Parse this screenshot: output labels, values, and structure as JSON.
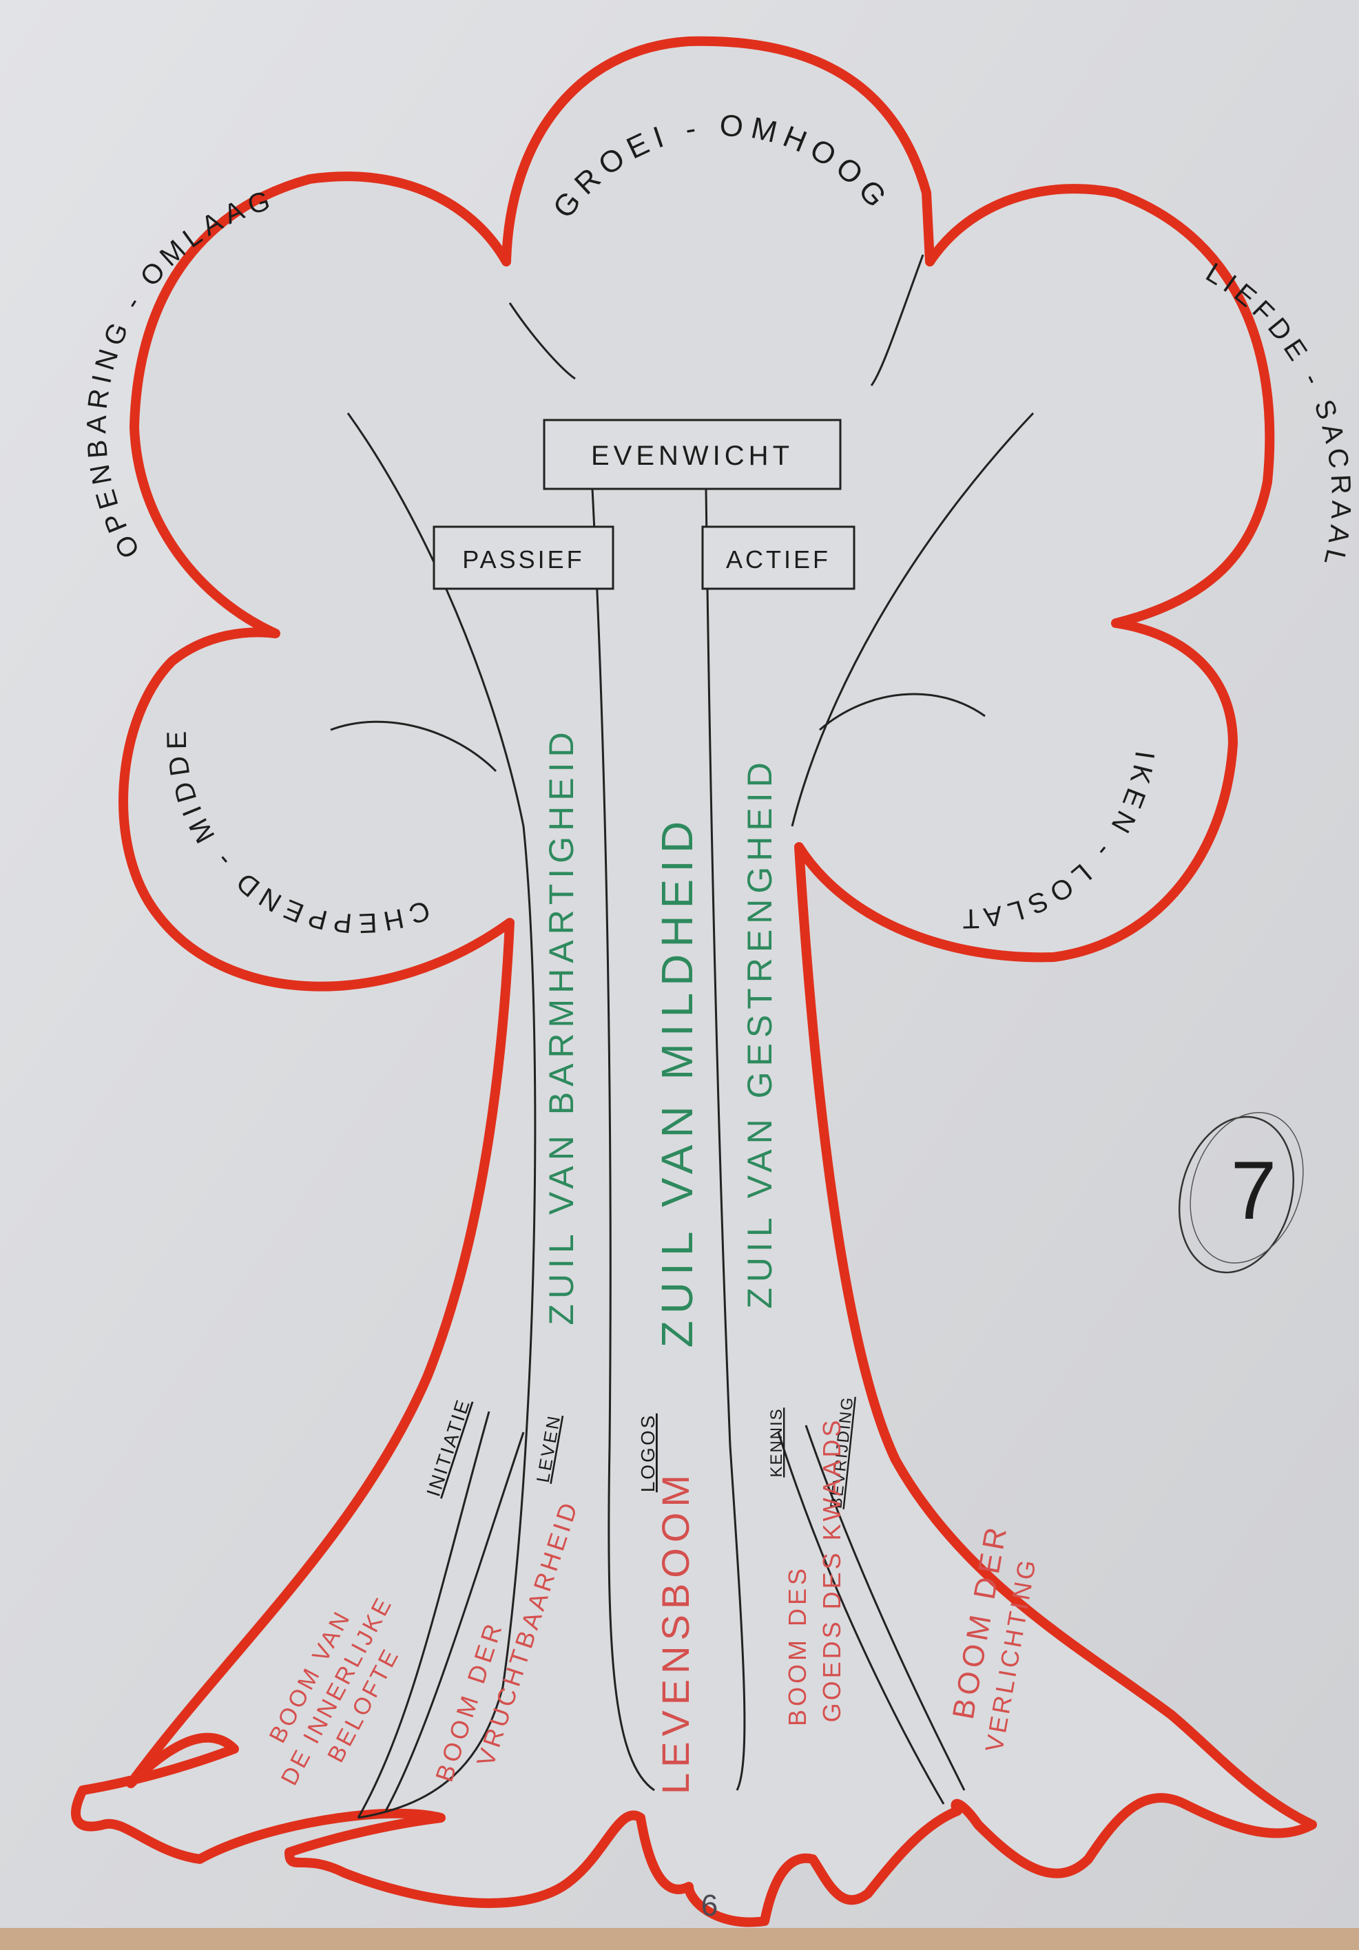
{
  "crown": {
    "top": "GROEI - OMHOOG",
    "upper_left": "OPENBARING - OMLAAG",
    "upper_right": "LIEFDE - SACRAAL",
    "lower_left": "SCHEPPEND - MIDDEN",
    "lower_right": "REIKEN - LOSLATEN"
  },
  "boxes": {
    "center": "EVENWICHT",
    "left": "PASSIEF",
    "right": "ACTIEF"
  },
  "pillars": {
    "left": "ZUIL VAN BARMHARTIGHEID",
    "center": "ZUIL VAN MILDHEID",
    "right": "ZUIL VAN GESTRENGHEID"
  },
  "root_labels": {
    "initiatie": "INITIATIE",
    "leven": "LEVEN",
    "logos": "LOGOS",
    "kennis": "KENNIS",
    "bevrijding": "BEVRIJDING"
  },
  "roots": {
    "innerlijke_line1": "BOOM VAN",
    "innerlijke_line2": "DE INNERLIJKE",
    "innerlijke_line3": "BELOFTE",
    "vruchtbaarheid_line1": "BOOM DER",
    "vruchtbaarheid_line2": "VRUCHTBAARHEID",
    "levensboom": "LEVENSBOOM",
    "kwaad_line1": "BOOM DES",
    "kwaad_line2": "GOEDS DES KWAADS",
    "verlichting_line1": "BOOM DER",
    "verlichting_line2": "VERLICHTING"
  },
  "page_mark": "7",
  "page_number": "6",
  "colors": {
    "outline": "#e0301c",
    "green_ink": "#2e8a5e",
    "red_ink": "#d4504e",
    "black_ink": "#1c1c1c"
  }
}
